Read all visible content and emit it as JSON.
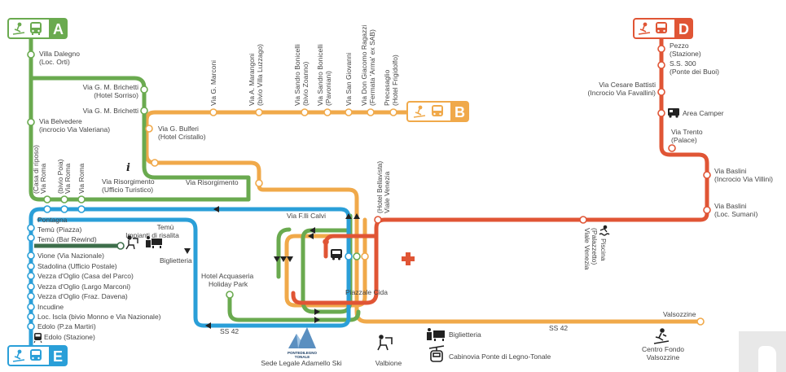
{
  "lines": {
    "A": {
      "letter": "A",
      "color": "#6aaa4f"
    },
    "B": {
      "letter": "B",
      "color": "#f0a94a"
    },
    "D": {
      "letter": "D",
      "color": "#e05535"
    },
    "E": {
      "letter": "E",
      "color": "#2a9fd8"
    }
  },
  "other_colors": {
    "dark_green": "#3d6e4a",
    "hospital": "#e05535",
    "text": "#444444"
  },
  "icons": {
    "badge": [
      "ski-person-icon",
      "bus-icon"
    ],
    "info": "info-icon",
    "ski_lift": "chairlift-icon",
    "ticket": "ticket-office-icon",
    "bus_stop": "bus-stop-icon",
    "camper": "camper-icon",
    "pool": "pool-icon",
    "hospital": "hospital-cross-icon",
    "cableway": "cable-car-icon",
    "cross_country": "cross-country-ski-icon",
    "train": "train-icon"
  },
  "stops": {
    "a_dalegno": [
      "Villa Dalegno",
      "(Loc. Orti)"
    ],
    "a_belvedere": [
      "Via Belvedere",
      "(incrocio Via Valeriana)"
    ],
    "a_brichetti1": [
      "Via G. M. Brichetti",
      "(Hotel Sorriso)"
    ],
    "a_brichetti2": "Via G. M. Brichetti",
    "a_roma1": [
      "Via Roma",
      "(Casa di riposo)"
    ],
    "a_roma2": [
      "Via Roma",
      "(bivio Poia)"
    ],
    "a_roma3": "Via Roma",
    "b_marconi": "Via G. Marconi",
    "b_marangoni": [
      "Via A. Marangoni",
      "(bivio Villa Luzzago)"
    ],
    "b_bonicelli1": [
      "Via Sandro Bonicelli",
      "(bivio Zoanno)"
    ],
    "b_bonicelli2": [
      "Via Sandro Bonicelli",
      "(Pavoniani)"
    ],
    "b_sangiovanni": "Via San Giovanni",
    "b_ragazzi": [
      "Via Don Giacomo Ragazzi",
      "(Fermata 'Arma' ex SAB)"
    ],
    "b_precasaglio": [
      "Precasaglio",
      "(Hotel Frigidolfo)"
    ],
    "b_bulferi": [
      "Via G. Bulferi",
      "(Hotel Cristallo)"
    ],
    "risorgimento_info": [
      "Via Risorgimento",
      "(Ufficio Turistico)"
    ],
    "risorgimento": "Via Risorgimento",
    "d_pezzo": [
      "Pezzo",
      "(Stazione)"
    ],
    "d_ss300": [
      "S.S. 300",
      "(Ponte dei Buoi)"
    ],
    "d_battisti": [
      "Via Cesare Battisti",
      "(Incrocio Via Favallini)"
    ],
    "d_camper": "Area Camper",
    "d_trento": [
      "Via Trento",
      "(Palace)"
    ],
    "d_baslini1": [
      "Via Baslini",
      "(Incrocio Via Villini)"
    ],
    "d_baslini2": [
      "Via Baslini",
      "(Loc. Sumanì)"
    ],
    "d_piscina": "Piscina",
    "d_venezia_pal": [
      "Viale Venezia",
      "(Palazzetto)"
    ],
    "viale_venezia": [
      "Viale Venezia",
      "(Hotel Bellavista)"
    ],
    "flli_calvi": "Via F.lli Calvi",
    "piazzale_cida": "Piazzale Cida",
    "acquaseria": [
      "Hotel Acquaseria",
      "Holiday Park"
    ],
    "e_pontagna": "Pontagna",
    "e_temu_piazza": "Temù (Piazza)",
    "e_temu_bar": "Temù (Bar Rewind)",
    "e_temu_impianti": [
      "Temù",
      "Impianti di risalita"
    ],
    "e_biglietteria_temu": "Biglietteria",
    "e_vione": "Vione (Via Nazionale)",
    "e_stadolina": "Stadolina (Ufficio Postale)",
    "e_vezza_parco": "Vezza d'Oglio (Casa del Parco)",
    "e_vezza_marconi": "Vezza d'Oglio (Largo Marconi)",
    "e_vezza_davena": "Vezza d'Oglio (Fraz. Davena)",
    "e_incudine": "Incudine",
    "e_iscla": "Loc. Iscla (bivio Monno e Via Nazionale)",
    "e_edolo_martiri": "Edolo (P.za Martiri)",
    "e_edolo_stazione": "Edolo (Stazione)",
    "valsozzine": "Valsozzine",
    "ss42_a": "SS 42",
    "ss42_b": "SS 42"
  },
  "legend": {
    "sede_logo_line1": "PONTEDILEGNO",
    "sede_logo_line2": "TONALE",
    "sede": "Sede Legale Adamello Ski",
    "valbione": "Valbione",
    "biglietteria": "Biglietteria",
    "cabinovia": "Cabinovia Ponte di Legno-Tonale",
    "centro_fondo": [
      "Centro Fondo",
      "Valsozzine"
    ]
  }
}
